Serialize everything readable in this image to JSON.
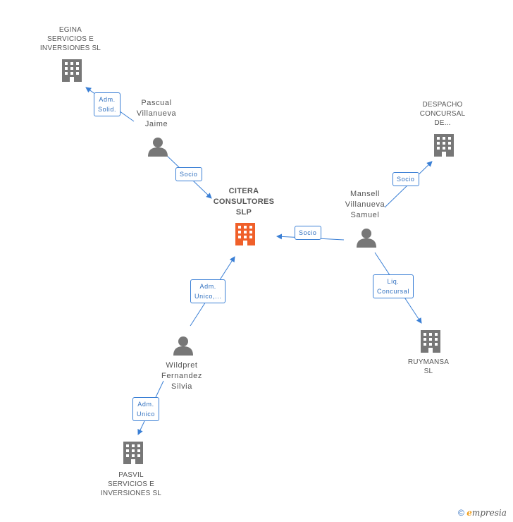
{
  "colors": {
    "edge": "#3a7fd5",
    "company_icon": "#777777",
    "main_company_icon": "#f0602a",
    "person_icon": "#777777"
  },
  "nodes": {
    "main": {
      "lines": [
        "CITERA",
        "CONSULTORES",
        "SLP"
      ],
      "icon": "building-icon"
    },
    "egina": {
      "lines": [
        "EGINA",
        "SERVICIOS E",
        "INVERSIONES SL"
      ],
      "icon": "building-icon"
    },
    "pascual": {
      "lines": [
        "Pascual",
        "Villanueva",
        "Jaime"
      ],
      "icon": "person-icon"
    },
    "despacho": {
      "lines": [
        "DESPACHO",
        "CONCURSAL",
        "DE..."
      ],
      "icon": "building-icon"
    },
    "mansell": {
      "lines": [
        "Mansell",
        "Villanueva",
        "Samuel"
      ],
      "icon": "person-icon"
    },
    "ruymansa": {
      "lines": [
        "RUYMANSA",
        "SL"
      ],
      "icon": "building-icon"
    },
    "wildpret": {
      "lines": [
        "Wildpret",
        "Fernandez",
        "Silvia"
      ],
      "icon": "person-icon"
    },
    "pasvil": {
      "lines": [
        "PASVIL",
        "SERVICIOS E",
        "INVERSIONES SL"
      ],
      "icon": "building-icon"
    }
  },
  "relations": {
    "pascual_egina": [
      "Adm.",
      "Solid."
    ],
    "pascual_main": [
      "Socio"
    ],
    "mansell_main": [
      "Socio"
    ],
    "mansell_despacho": [
      "Socio"
    ],
    "mansell_ruymansa": [
      "Liq.",
      "Concursal"
    ],
    "wildpret_main": [
      "Adm.",
      "Unico,..."
    ],
    "wildpret_pasvil": [
      "Adm.",
      "Unico"
    ]
  },
  "footer": {
    "copyright": "©",
    "brand_initial": "e",
    "brand_rest": "mpresia"
  }
}
